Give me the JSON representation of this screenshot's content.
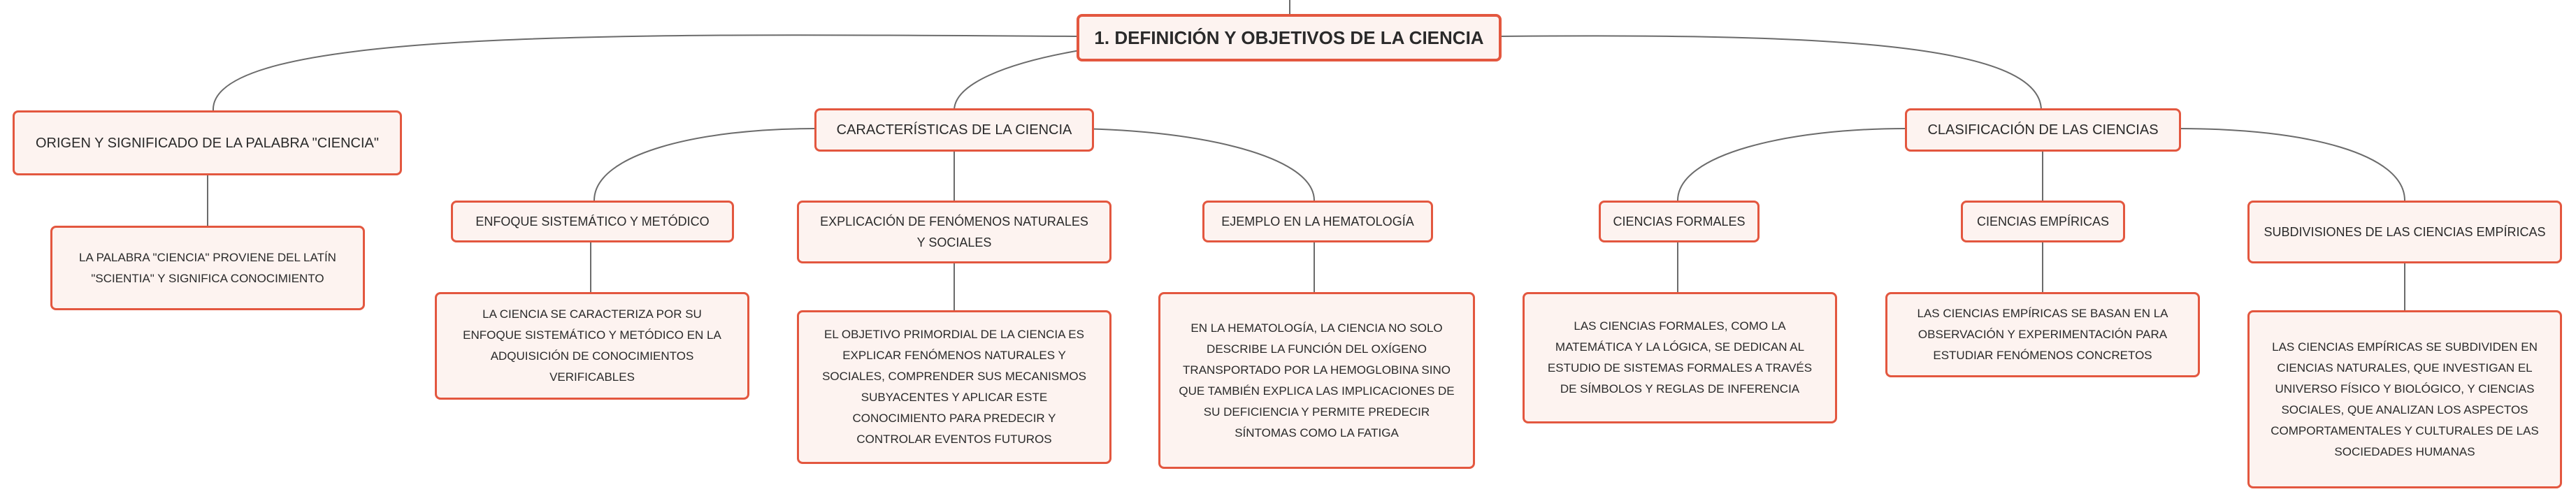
{
  "colors": {
    "border": "#e3573f",
    "fill": "#fdf3f0",
    "line": "#6b6b6b",
    "text": "#2a2a2a"
  },
  "nodes": {
    "root": "1. DEFINICIÓN Y OBJETIVOS DE LA CIENCIA",
    "origen": "ORIGEN Y SIGNIFICADO DE LA PALABRA \"CIENCIA\"",
    "origen_desc": "LA PALABRA \"CIENCIA\" PROVIENE DEL LATÍN \"SCIENTIA\" Y SIGNIFICA CONOCIMIENTO",
    "caracteristicas": "CARACTERÍSTICAS DE LA CIENCIA",
    "enfoque": "ENFOQUE SISTEMÁTICO Y METÓDICO",
    "enfoque_desc": "LA CIENCIA SE CARACTERIZA POR SU ENFOQUE SISTEMÁTICO Y METÓDICO EN LA ADQUISICIÓN DE CONOCIMIENTOS VERIFICABLES",
    "explicacion": "EXPLICACIÓN DE FENÓMENOS NATURALES Y SOCIALES",
    "explicacion_desc": "EL OBJETIVO PRIMORDIAL DE LA CIENCIA ES EXPLICAR FENÓMENOS NATURALES Y SOCIALES, COMPRENDER SUS MECANISMOS SUBYACENTES Y APLICAR ESTE CONOCIMIENTO PARA PREDECIR Y CONTROLAR EVENTOS FUTUROS",
    "ejemplo": "EJEMPLO EN LA HEMATOLOGÍA",
    "ejemplo_desc": "EN LA HEMATOLOGÍA, LA CIENCIA NO SOLO DESCRIBE LA FUNCIÓN DEL OXÍGENO TRANSPORTADO POR LA HEMOGLOBINA SINO QUE TAMBIÉN EXPLICA LAS IMPLICACIONES DE SU DEFICIENCIA Y PERMITE PREDECIR SÍNTOMAS COMO LA FATIGA",
    "clasificacion": "CLASIFICACIÓN DE LAS CIENCIAS",
    "formales": "CIENCIAS FORMALES",
    "formales_desc": "LAS CIENCIAS FORMALES, COMO LA MATEMÁTICA Y LA LÓGICA, SE DEDICAN AL ESTUDIO DE SISTEMAS FORMALES A TRAVÉS DE SÍMBOLOS Y REGLAS DE INFERENCIA",
    "empiricas": "CIENCIAS EMPÍRICAS",
    "empiricas_desc": "LAS CIENCIAS EMPÍRICAS SE BASAN EN LA OBSERVACIÓN Y EXPERIMENTACIÓN PARA ESTUDIAR FENÓMENOS CONCRETOS",
    "subdivisiones": "SUBDIVISIONES DE LAS CIENCIAS EMPÍRICAS",
    "subdivisiones_desc": "LAS CIENCIAS EMPÍRICAS SE SUBDIVIDEN EN CIENCIAS NATURALES, QUE INVESTIGAN EL UNIVERSO FÍSICO Y BIOLÓGICO, Y CIENCIAS SOCIALES, QUE ANALIZAN LOS ASPECTOS COMPORTAMENTALES Y CULTURALES DE LAS SOCIEDADES HUMANAS"
  }
}
